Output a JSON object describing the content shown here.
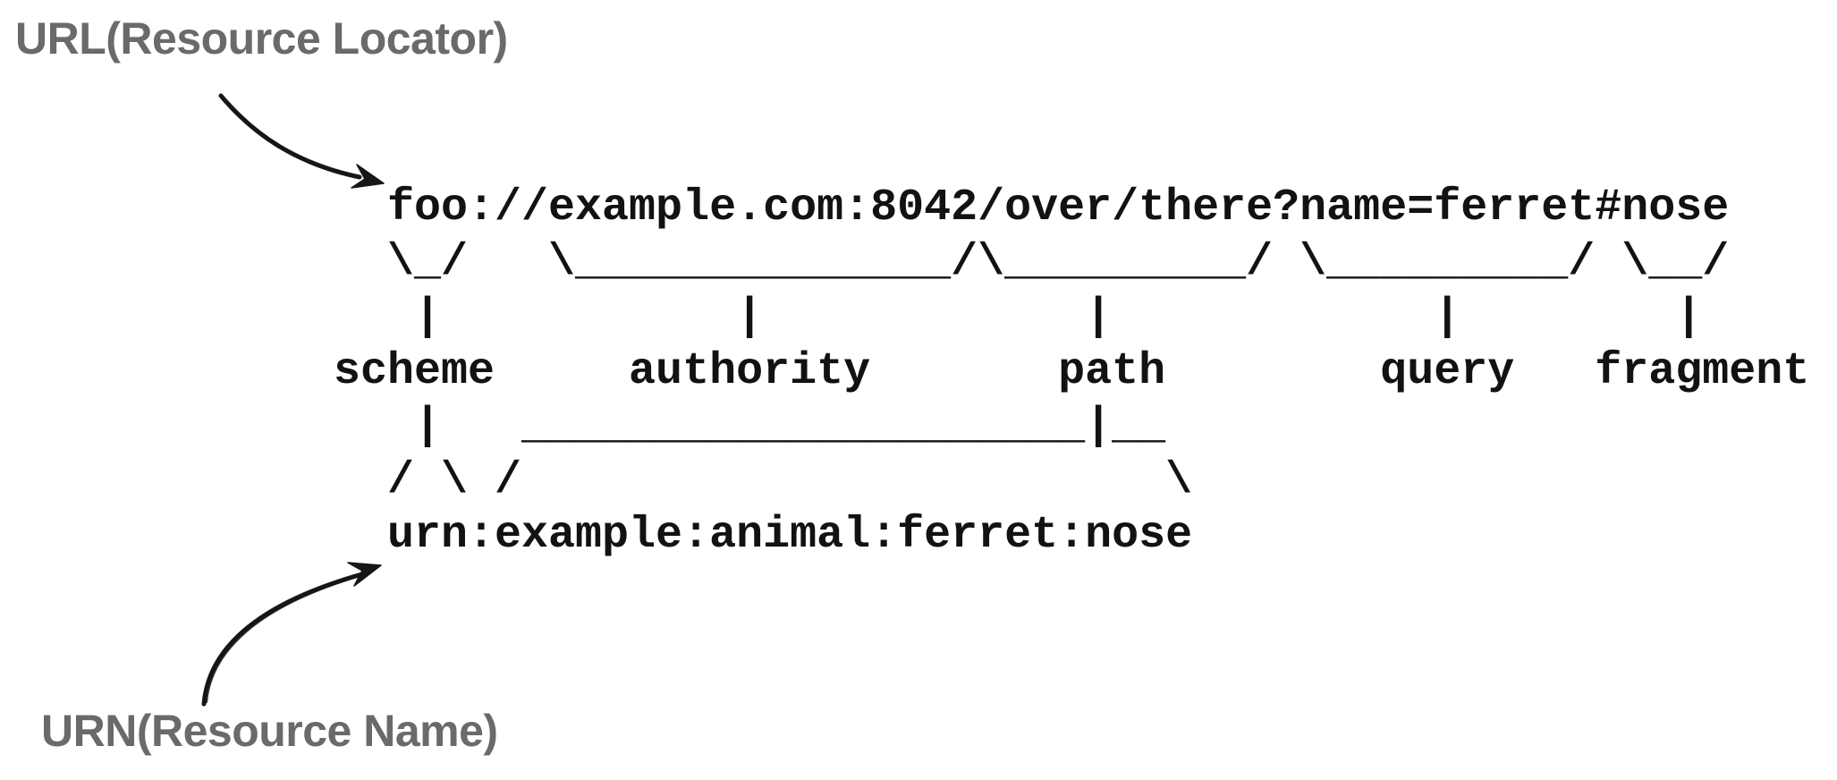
{
  "labels": {
    "url": "URL(Resource Locator)",
    "urn": "URN(Resource Name)"
  },
  "diagram": {
    "uri_example": "foo://example.com:8042/over/there?name=ferret#nose",
    "urn_example": "urn:example:animal:ferret:nose",
    "component_labels": [
      "scheme",
      "authority",
      "path",
      "query",
      "fragment"
    ],
    "components": {
      "scheme": "foo",
      "authority": "example.com:8042",
      "path": "/over/there",
      "query": "name=ferret",
      "fragment": "nose"
    },
    "lines": [
      "  foo://example.com:8042/over/there?name=ferret#nose",
      "  \\_/   \\______________/\\_________/ \\_________/ \\__/",
      "   |           |            |            |        |",
      "scheme     authority       path        query   fragment",
      "   |   _____________________|__",
      "  / \\ /                        \\",
      "  urn:example:animal:ferret:nose"
    ]
  },
  "colors": {
    "background": "#ffffff",
    "label_gray": "#6a6a6a",
    "ink": "#121212"
  }
}
